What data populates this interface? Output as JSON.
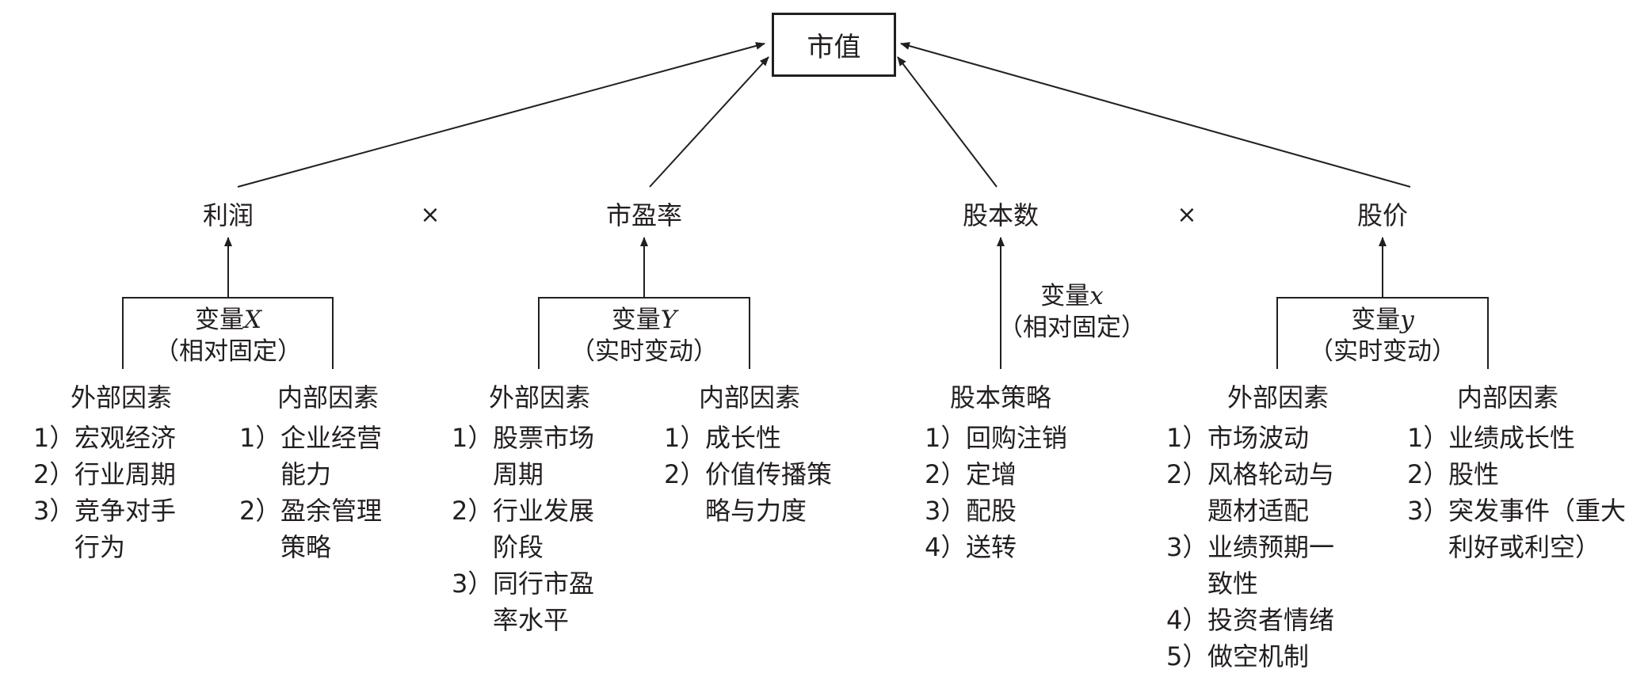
{
  "root": {
    "label": "市值"
  },
  "operators": [
    "×",
    "×"
  ],
  "factors": [
    {
      "label": "利润"
    },
    {
      "label": "市盈率"
    },
    {
      "label": "股本数"
    },
    {
      "label": "股价"
    }
  ],
  "variables": [
    {
      "prefix": "变量",
      "symbol": "X",
      "note": "（相对固定）"
    },
    {
      "prefix": "变量",
      "symbol": "Y",
      "note": "（实时变动）"
    },
    {
      "prefix": "变量",
      "symbol": "x",
      "note": "（相对固定）"
    },
    {
      "prefix": "变量",
      "symbol": "y",
      "note": "（实时变动）"
    }
  ],
  "groups": {
    "profit_external": {
      "title": "外部因素",
      "items": [
        {
          "num": "1）",
          "lines": [
            "宏观经济"
          ]
        },
        {
          "num": "2）",
          "lines": [
            "行业周期"
          ]
        },
        {
          "num": "3）",
          "lines": [
            "竞争对手",
            "行为"
          ]
        }
      ]
    },
    "profit_internal": {
      "title": "内部因素",
      "items": [
        {
          "num": "1）",
          "lines": [
            "企业经营",
            "能力"
          ]
        },
        {
          "num": "2）",
          "lines": [
            "盈余管理",
            "策略"
          ]
        }
      ]
    },
    "pe_external": {
      "title": "外部因素",
      "items": [
        {
          "num": "1）",
          "lines": [
            "股票市场",
            "周期"
          ]
        },
        {
          "num": "2）",
          "lines": [
            "行业发展",
            "阶段"
          ]
        },
        {
          "num": "3）",
          "lines": [
            "同行市盈",
            "率水平"
          ]
        }
      ]
    },
    "pe_internal": {
      "title": "内部因素",
      "items": [
        {
          "num": "1）",
          "lines": [
            "成长性"
          ]
        },
        {
          "num": "2）",
          "lines": [
            "价值传播策",
            "略与力度"
          ]
        }
      ]
    },
    "shares_strategy": {
      "title": "股本策略",
      "items": [
        {
          "num": "1）",
          "lines": [
            "回购注销"
          ]
        },
        {
          "num": "2）",
          "lines": [
            "定增"
          ]
        },
        {
          "num": "3）",
          "lines": [
            "配股"
          ]
        },
        {
          "num": "4）",
          "lines": [
            "送转"
          ]
        }
      ]
    },
    "price_external": {
      "title": "外部因素",
      "items": [
        {
          "num": "1）",
          "lines": [
            "市场波动"
          ]
        },
        {
          "num": "2）",
          "lines": [
            "风格轮动与",
            "题材适配"
          ]
        },
        {
          "num": "3）",
          "lines": [
            "业绩预期一",
            "致性"
          ]
        },
        {
          "num": "4）",
          "lines": [
            "投资者情绪"
          ]
        },
        {
          "num": "5）",
          "lines": [
            "做空机制"
          ]
        }
      ]
    },
    "price_internal": {
      "title": "内部因素",
      "items": [
        {
          "num": "1）",
          "lines": [
            "业绩成长性"
          ]
        },
        {
          "num": "2）",
          "lines": [
            "股性"
          ]
        },
        {
          "num": "3）",
          "lines": [
            "突发事件（重大",
            "利好或利空）"
          ]
        }
      ]
    }
  }
}
